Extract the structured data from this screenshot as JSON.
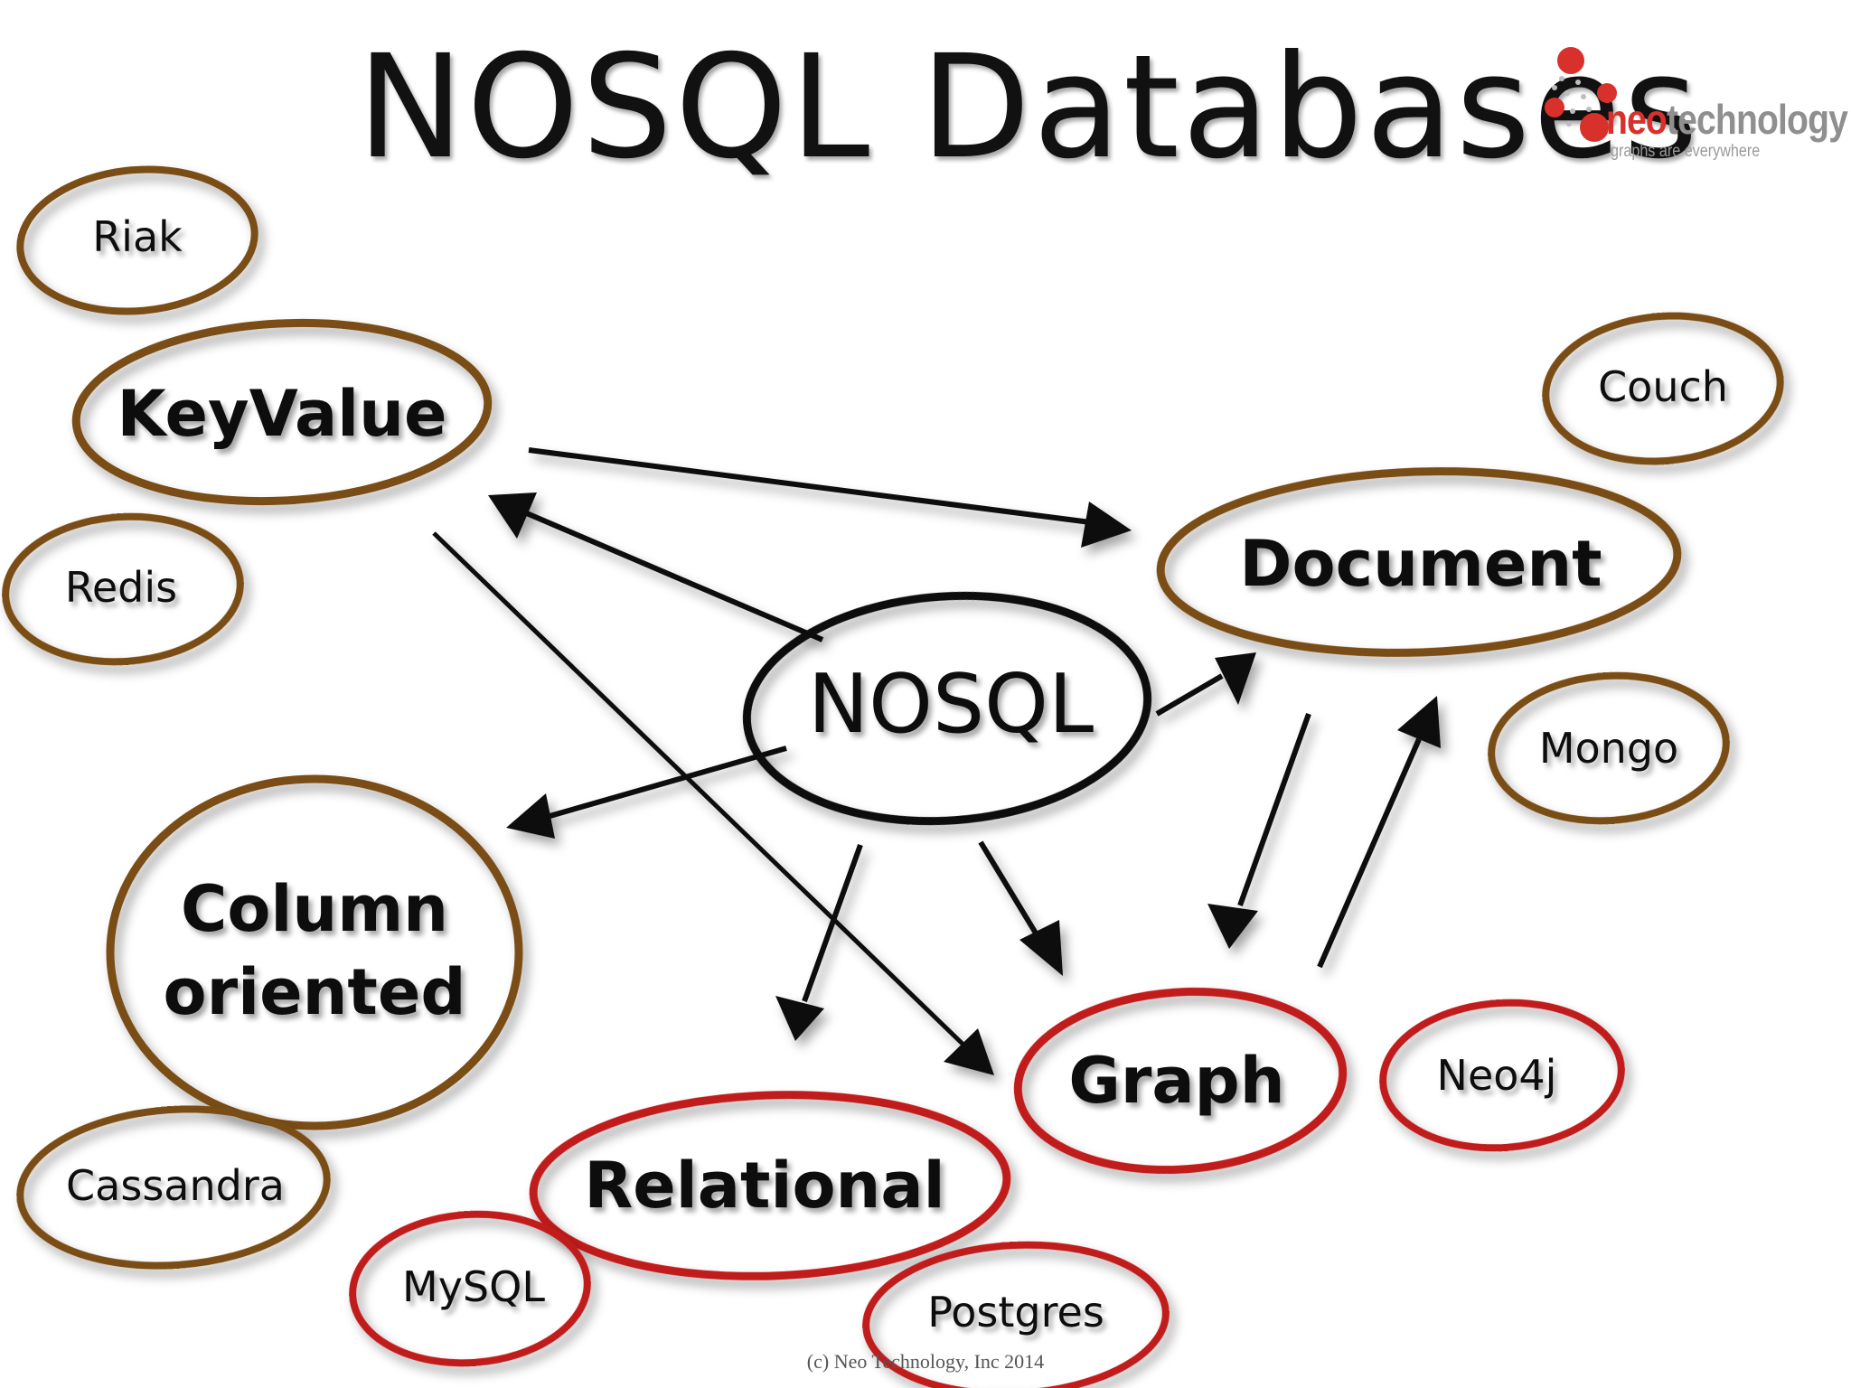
{
  "title": "NOSQL Databases",
  "logo": {
    "brand_red": "neo",
    "brand_grey": "technology",
    "tagline": "graphs are everywhere"
  },
  "footer": "(c) Neo Technology, Inc 2014",
  "colors": {
    "brown": "#7a4d12",
    "red": "#c11f1f",
    "ink": "#111111"
  },
  "nodes": {
    "nosql": "NOSQL",
    "keyvalue": "KeyValue",
    "document": "Document",
    "column_line1": "Column",
    "column_line2": "oriented",
    "graph": "Graph",
    "relational": "Relational"
  },
  "examples": {
    "riak": "Riak",
    "redis": "Redis",
    "couch": "Couch",
    "mongo": "Mongo",
    "cassandra": "Cassandra",
    "neo4j": "Neo4j",
    "mysql": "MySQL",
    "postgres": "Postgres"
  }
}
